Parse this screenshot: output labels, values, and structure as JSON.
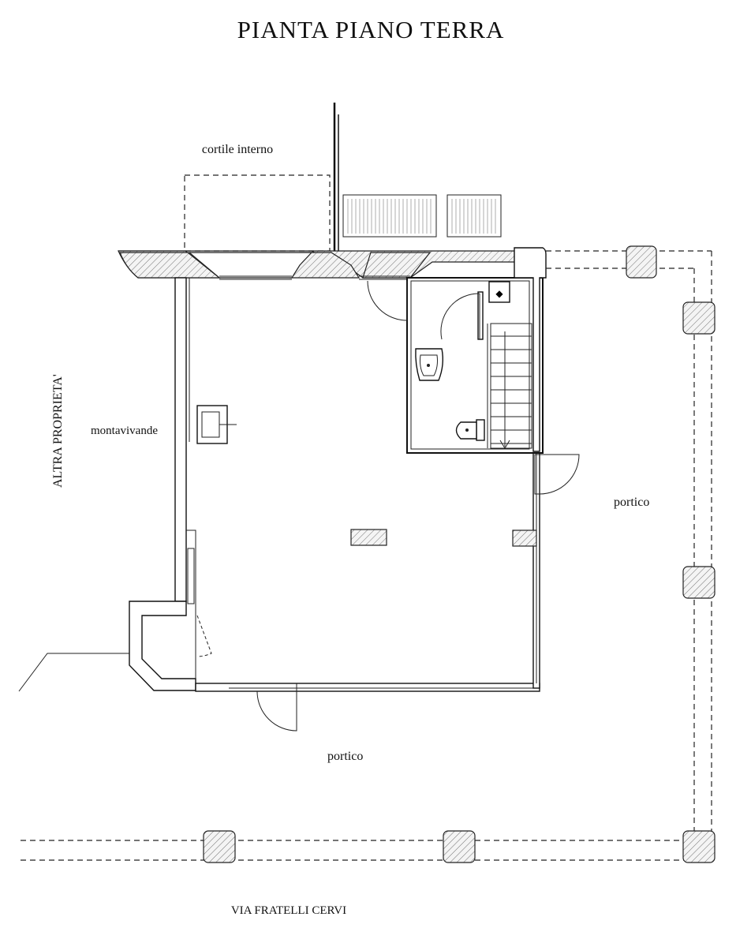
{
  "title": "PIANTA PIANO TERRA",
  "labels": {
    "cortile": "cortile interno",
    "altra_proprieta": "ALTRA PROPRIETA'",
    "montavivande": "montavivande",
    "portico_right": "portico",
    "portico_bottom": "portico",
    "street": "VIA  FRATELLI  CERVI"
  }
}
